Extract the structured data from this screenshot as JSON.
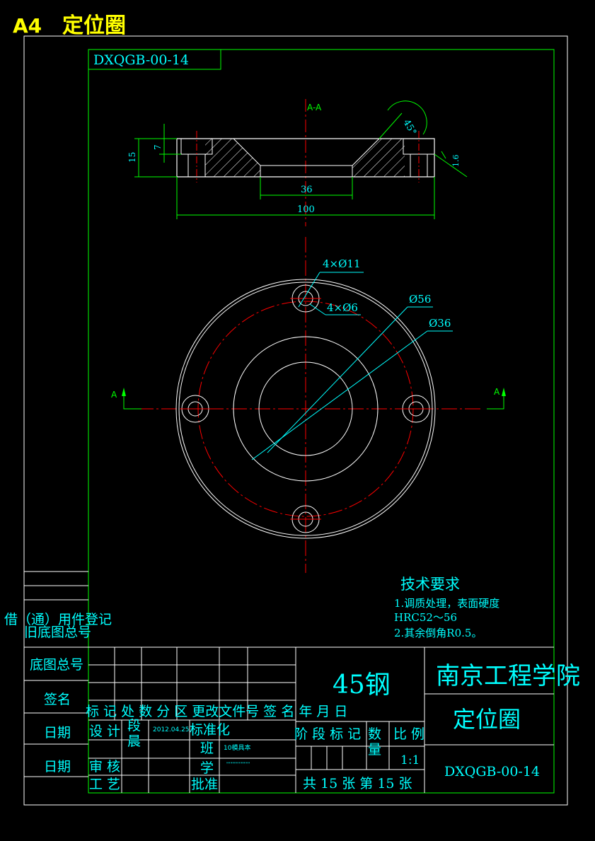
{
  "sheet": {
    "size_label": "A4",
    "title_top": "定位圈",
    "code_box": "DXQGB-00-14"
  },
  "section_view": {
    "label": "A-A",
    "dims": {
      "thickness": "15",
      "step": "7",
      "bore": "36",
      "outer": "100",
      "angle": "45°",
      "roughness": "1.6"
    }
  },
  "plan_view": {
    "callouts": {
      "holes_large": "4×Ø11",
      "holes_small": "4×Ø6",
      "dia_56": "Ø56",
      "dia_36": "Ø36"
    },
    "section_marks": {
      "left": "A",
      "right": "A"
    }
  },
  "tech_requirements": {
    "title": "技术要求",
    "lines": [
      "1.调质处理，表面硬度",
      "HRC52～56",
      "2.其余倒角R0.5。"
    ]
  },
  "side_panel": {
    "borrow": "借（通）用件登记",
    "old_total": "旧底图总号",
    "total": "底图总号",
    "sign": "签名",
    "date1": "日期",
    "date2": "日期"
  },
  "title_block": {
    "material": "45钢",
    "school": "南京工程学院",
    "part_name": "定位圈",
    "drawing_no": "DXQGB-00-14",
    "row_labels": "标 记 处 数 分 区 更改文件号 签 名 年 月 日",
    "designer_label": "设 计",
    "designer_name": "段\n晨",
    "design_date": "2012.04.25",
    "standardize": "标准化",
    "review_label": "审 核",
    "process_label": "工 艺",
    "class_label": "班",
    "class_value": "10模具本",
    "student_label": "学",
    "student_value": "\"\"\"\"\"\"\"\"\"\"\"\"",
    "approve_label": "批准",
    "stage": "阶 段 标 记",
    "weight": "数\n量",
    "scale_label": "比 例",
    "scale_value": "1:1",
    "sheets": "共 15 张  第 15 张"
  },
  "colors": {
    "background": "#000000",
    "frame": "#ffffff",
    "green_lines": "#00ff00",
    "cyan_text": "#00ffff",
    "centerline_red": "#ff0000",
    "yellow_title": "#ffff00"
  }
}
